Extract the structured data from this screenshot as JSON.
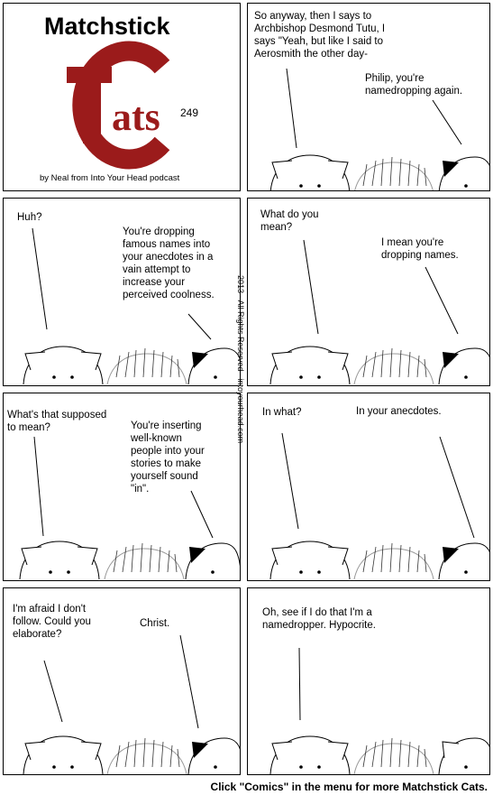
{
  "header": {
    "title": "Matchstick",
    "logo_text": "Cats",
    "issue_number": "249",
    "byline": "by Neal from Into Your Head podcast",
    "logo_color": "#9b1b1b"
  },
  "panels": [
    {
      "id": "p1",
      "dialog": [
        {
          "text": "So anyway, then I says to\nArchbishop Desmond Tutu, I\nsays \"Yeah, but like I said to\nAerosmith the other day-"
        },
        {
          "text": "Philip, you're\nnamedropping again."
        }
      ]
    },
    {
      "id": "p2",
      "dialog": [
        {
          "text": "Huh?"
        },
        {
          "text": "You're dropping\nfamous names into\nyour anecdotes in a\nvain attempt to\nincrease your\nperceived coolness."
        }
      ]
    },
    {
      "id": "p3",
      "dialog": [
        {
          "text": "What do you\nmean?"
        },
        {
          "text": "I mean you're\ndropping names."
        }
      ]
    },
    {
      "id": "p4",
      "dialog": [
        {
          "text": "What's that supposed\nto mean?"
        },
        {
          "text": "You're inserting\nwell-known\npeople into your\nstories to make\nyourself sound\n\"in\"."
        }
      ]
    },
    {
      "id": "p5",
      "dialog": [
        {
          "text": "In what?"
        },
        {
          "text": "In your anecdotes."
        }
      ]
    },
    {
      "id": "p6",
      "dialog": [
        {
          "text": "I'm afraid I don't\nfollow. Could you\nelaborate?"
        },
        {
          "text": "Christ."
        }
      ]
    },
    {
      "id": "p7",
      "dialog": [
        {
          "text": "Oh, see if I do that I'm a\nnamedropper. Hypocrite."
        }
      ]
    }
  ],
  "copyright": "2013 - All Rights Reserved - intoyourhead.com",
  "footer": "Click \"Comics\" in the menu for more Matchstick Cats."
}
